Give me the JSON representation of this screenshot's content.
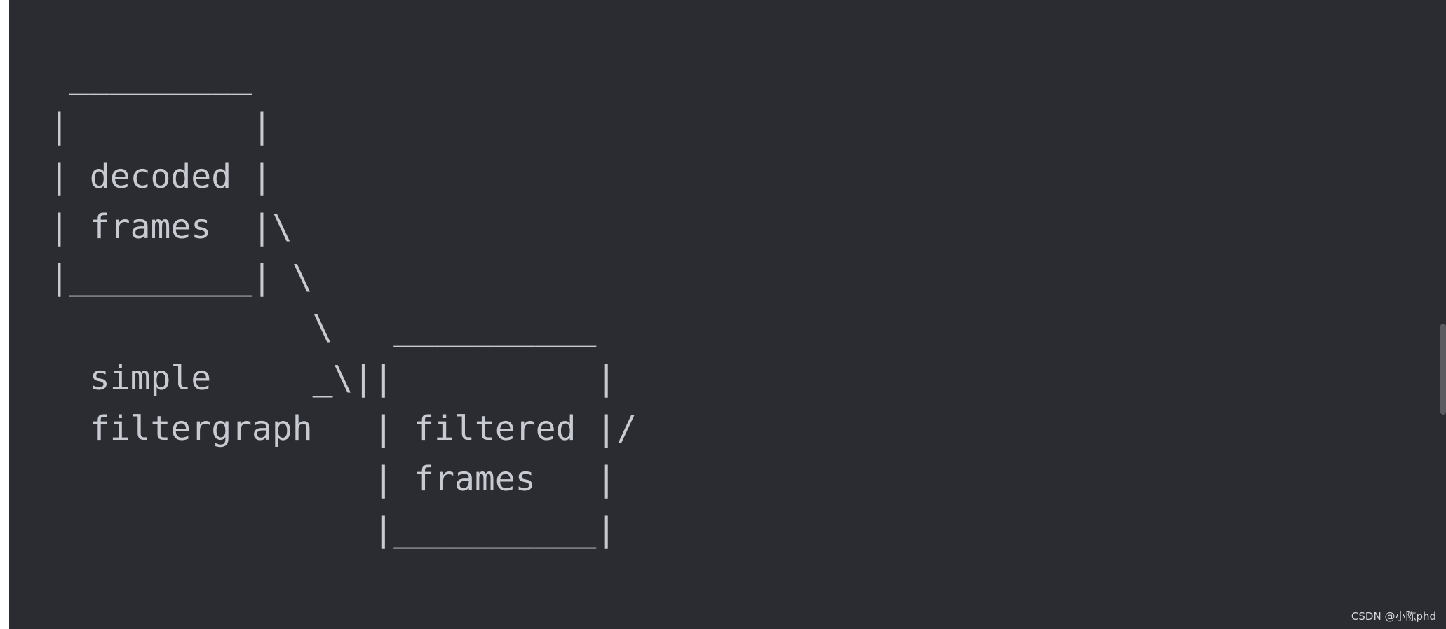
{
  "code_block": {
    "background": "#2b2c31",
    "text_color": "#c8cad2",
    "diagram_lines": [
      " _________",
      "|         |",
      "| decoded |",
      "| frames  |\\",
      "|_________| \\",
      "             \\   __________",
      "  simple     _\\||          |",
      "  filtergraph   | filtered |/",
      "                | frames   |",
      "                |__________|"
    ]
  },
  "scrollbar": {
    "thumb_color": "#5a5b61"
  },
  "watermark": {
    "text": "CSDN @小陈phd"
  }
}
